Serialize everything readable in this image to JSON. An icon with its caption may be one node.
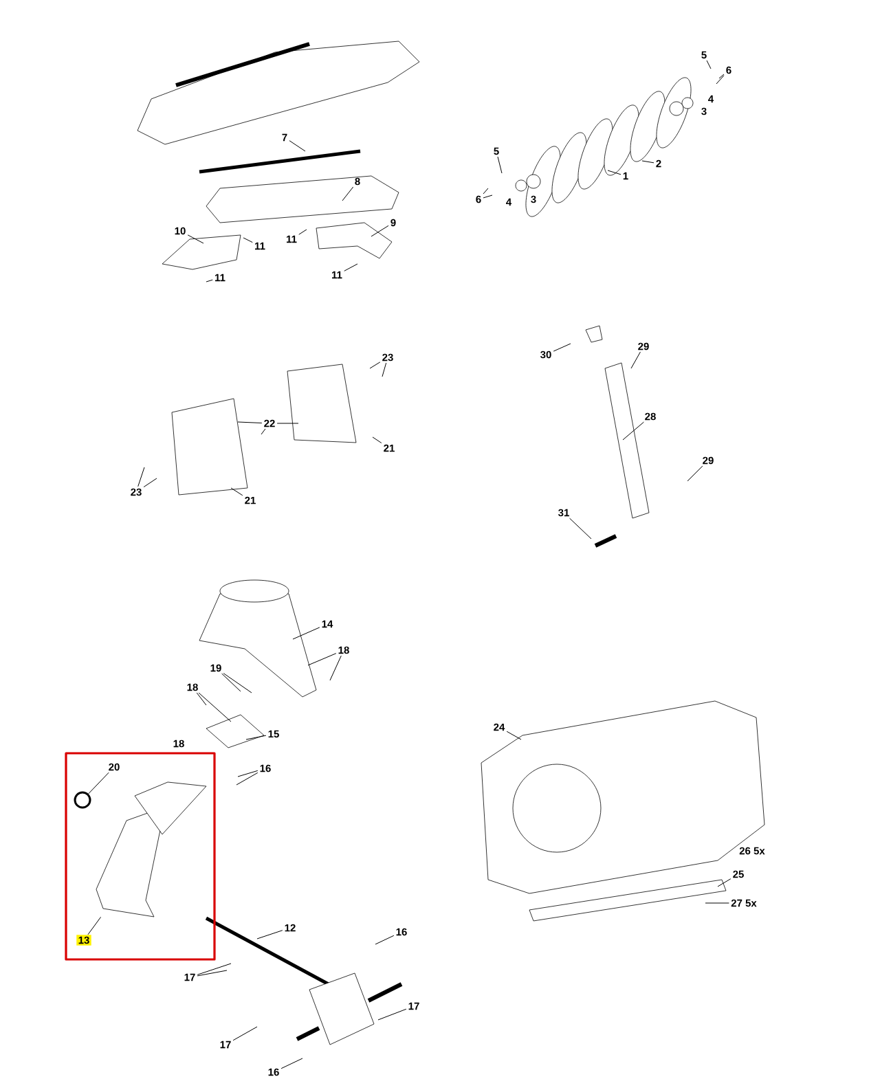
{
  "diagram": {
    "nodes": [
      {
        "text": [
          "7"
        ]
      },
      {
        "text": [
          "8"
        ]
      },
      {
        "text": [
          "10"
        ]
      },
      {
        "text": [
          "11"
        ]
      },
      {
        "text": [
          "11"
        ]
      },
      {
        "text": [
          "9"
        ]
      },
      {
        "text": [
          "11"
        ]
      },
      {
        "text": [
          "11"
        ]
      },
      {
        "text": [
          "5"
        ]
      },
      {
        "text": [
          "6"
        ]
      },
      {
        "text": [
          "4"
        ]
      },
      {
        "text": [
          "3"
        ]
      },
      {
        "text": [
          "2"
        ]
      },
      {
        "text": [
          "1"
        ]
      },
      {
        "text": [
          "5"
        ]
      },
      {
        "text": [
          "6"
        ]
      },
      {
        "text": [
          "4"
        ]
      },
      {
        "text": [
          "3"
        ]
      },
      {
        "text": [
          "23"
        ]
      },
      {
        "text": [
          "22"
        ]
      },
      {
        "text": [
          "21"
        ]
      },
      {
        "text": [
          "23"
        ]
      },
      {
        "text": [
          "21"
        ]
      },
      {
        "text": [
          "30"
        ]
      },
      {
        "text": [
          "29"
        ]
      },
      {
        "text": [
          "28"
        ]
      },
      {
        "text": [
          "29"
        ]
      },
      {
        "text": [
          "31"
        ]
      },
      {
        "text": [
          "14"
        ]
      },
      {
        "text": [
          "18"
        ]
      },
      {
        "text": [
          "19"
        ]
      },
      {
        "text": [
          "18"
        ]
      },
      {
        "text": [
          "15"
        ]
      },
      {
        "text": [
          "18"
        ]
      },
      {
        "text": [
          "16"
        ]
      },
      {
        "text": [],
        "shape": "box"
      },
      {
        "text": [
          "20"
        ],
        "in": 35
      },
      {
        "text": [
          "13"
        ],
        "in": 35
      },
      {
        "text": [
          "12"
        ]
      },
      {
        "text": [
          "16"
        ]
      },
      {
        "text": [
          "17"
        ]
      },
      {
        "text": [
          "17"
        ]
      },
      {
        "text": [
          "17"
        ]
      },
      {
        "text": [
          "16"
        ]
      },
      {
        "text": [
          "24"
        ]
      },
      {
        "text": [
          "26 5x"
        ]
      },
      {
        "text": [
          "25"
        ]
      },
      {
        "text": [
          "27 5x"
        ]
      },
      {
        "text": [],
        "shape": "circle",
        "in": 35
      },
      {
        "text": [],
        "shape": "picture",
        "in": 35
      }
    ],
    "edges": [
      {
        "from": 0,
        "to": null,
        "arrow": "none"
      },
      {
        "from": 1,
        "to": null,
        "arrow": "none"
      },
      {
        "from": 2,
        "to": null,
        "arrow": "none"
      },
      {
        "from": 3,
        "to": null,
        "arrow": "none"
      },
      {
        "from": 4,
        "to": null,
        "arrow": "none"
      },
      {
        "from": 5,
        "to": null,
        "arrow": "none"
      },
      {
        "from": 6,
        "to": null,
        "arrow": "none"
      },
      {
        "from": 7,
        "to": null,
        "arrow": "none"
      },
      {
        "from": 8,
        "to": null,
        "arrow": "none"
      },
      {
        "from": 9,
        "to": null,
        "arrow": "none"
      },
      {
        "from": 9,
        "to": null,
        "arrow": "none"
      },
      {
        "from": 12,
        "to": null,
        "arrow": "none"
      },
      {
        "from": 13,
        "to": null,
        "arrow": "none"
      },
      {
        "from": 14,
        "to": null,
        "arrow": "none"
      },
      {
        "from": 15,
        "to": null,
        "arrow": "none"
      },
      {
        "from": 15,
        "to": null,
        "arrow": "none"
      },
      {
        "from": 18,
        "to": null,
        "arrow": "none"
      },
      {
        "from": 18,
        "to": null,
        "arrow": "none"
      },
      {
        "from": 19,
        "to": null,
        "arrow": "none"
      },
      {
        "from": 19,
        "to": null,
        "arrow": "none"
      },
      {
        "from": 19,
        "to": null,
        "arrow": "none"
      },
      {
        "from": 20,
        "to": null,
        "arrow": "none"
      },
      {
        "from": 21,
        "to": null,
        "arrow": "none"
      },
      {
        "from": 21,
        "to": null,
        "arrow": "none"
      },
      {
        "from": 22,
        "to": null,
        "arrow": "none"
      },
      {
        "from": 23,
        "to": null,
        "arrow": "none"
      },
      {
        "from": 24,
        "to": null,
        "arrow": "none"
      },
      {
        "from": 25,
        "to": null,
        "arrow": "none"
      },
      {
        "from": 26,
        "to": null,
        "arrow": "none"
      },
      {
        "from": 27,
        "to": null,
        "arrow": "none"
      },
      {
        "from": 28,
        "to": null,
        "arrow": "none"
      },
      {
        "from": 29,
        "to": null,
        "arrow": "none"
      },
      {
        "from": 29,
        "to": null,
        "arrow": "none"
      },
      {
        "from": 30,
        "to": null,
        "arrow": "none"
      },
      {
        "from": 30,
        "to": null,
        "arrow": "none"
      },
      {
        "from": 31,
        "to": null,
        "arrow": "none"
      },
      {
        "from": 31,
        "to": null,
        "arrow": "none"
      },
      {
        "from": 32,
        "to": null,
        "arrow": "none"
      },
      {
        "from": 34,
        "to": null,
        "arrow": "none"
      },
      {
        "from": 34,
        "to": null,
        "arrow": "none"
      },
      {
        "from": 36,
        "to": 48,
        "arrow": "none"
      },
      {
        "from": 37,
        "to": 49,
        "arrow": "none"
      },
      {
        "from": 38,
        "to": null,
        "arrow": "none"
      },
      {
        "from": 39,
        "to": null,
        "arrow": "none"
      },
      {
        "from": 40,
        "to": null,
        "arrow": "none"
      },
      {
        "from": 40,
        "to": null,
        "arrow": "none"
      },
      {
        "from": 41,
        "to": null,
        "arrow": "none"
      },
      {
        "from": 42,
        "to": null,
        "arrow": "none"
      },
      {
        "from": 43,
        "to": null,
        "arrow": "none"
      },
      {
        "from": 44,
        "to": null,
        "arrow": "none"
      },
      {
        "from": 46,
        "to": null,
        "arrow": "none"
      },
      {
        "from": 47,
        "to": null,
        "arrow": "none"
      }
    ]
  }
}
